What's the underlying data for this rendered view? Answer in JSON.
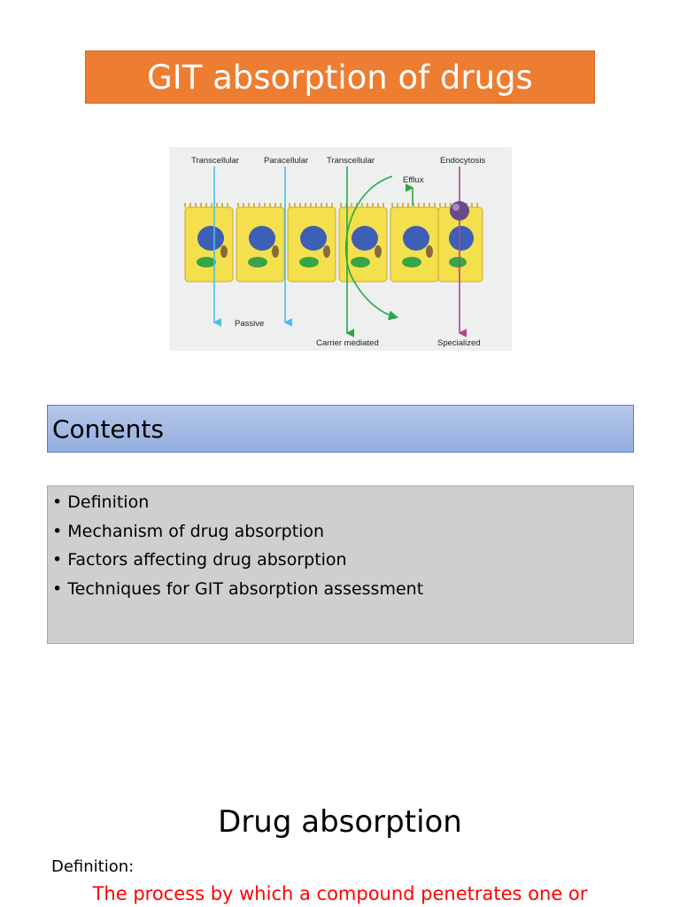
{
  "title": "GIT absorption of drugs",
  "figure": {
    "labels": {
      "transcellular_1": "Transcellular",
      "paracellular": "Paracellular",
      "transcellular_2": "Transcellular",
      "endocytosis": "Endocytosis",
      "efflux": "Efflux",
      "passive": "Passive",
      "carrier_mediated": "Carrier mediated",
      "specialized": "Specialized"
    },
    "colors": {
      "cell": "#f3e04c",
      "nucleus": "#3d5fb5",
      "passive_arrow": "#4dbde8",
      "carrier_arrow": "#27a849",
      "endocytosis_arrow": "#b0478a",
      "vesicle": "#6b4a8a"
    }
  },
  "contents": {
    "heading": "Contents",
    "items": [
      "Definition",
      "Mechanism of drug absorption",
      "Factors affecting drug absorption",
      "Techniques for GIT absorption assessment"
    ]
  },
  "drug_absorption": {
    "title": "Drug absorption",
    "definition_label": "Definition:",
    "definition_text": "The process by which a compound penetrates one or"
  }
}
